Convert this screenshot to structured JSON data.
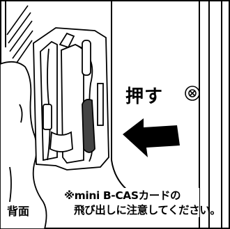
{
  "labels": {
    "push": "押す",
    "back": "背面",
    "caution_line1": "※mini B-CASカードの",
    "caution_line2": "飛び出しに注意してください。"
  },
  "colors": {
    "line": "#000000",
    "card": "#444444",
    "background": "#ffffff"
  },
  "icons": {
    "arrow": "push-arrow-icon",
    "screw": "screw-icon"
  }
}
